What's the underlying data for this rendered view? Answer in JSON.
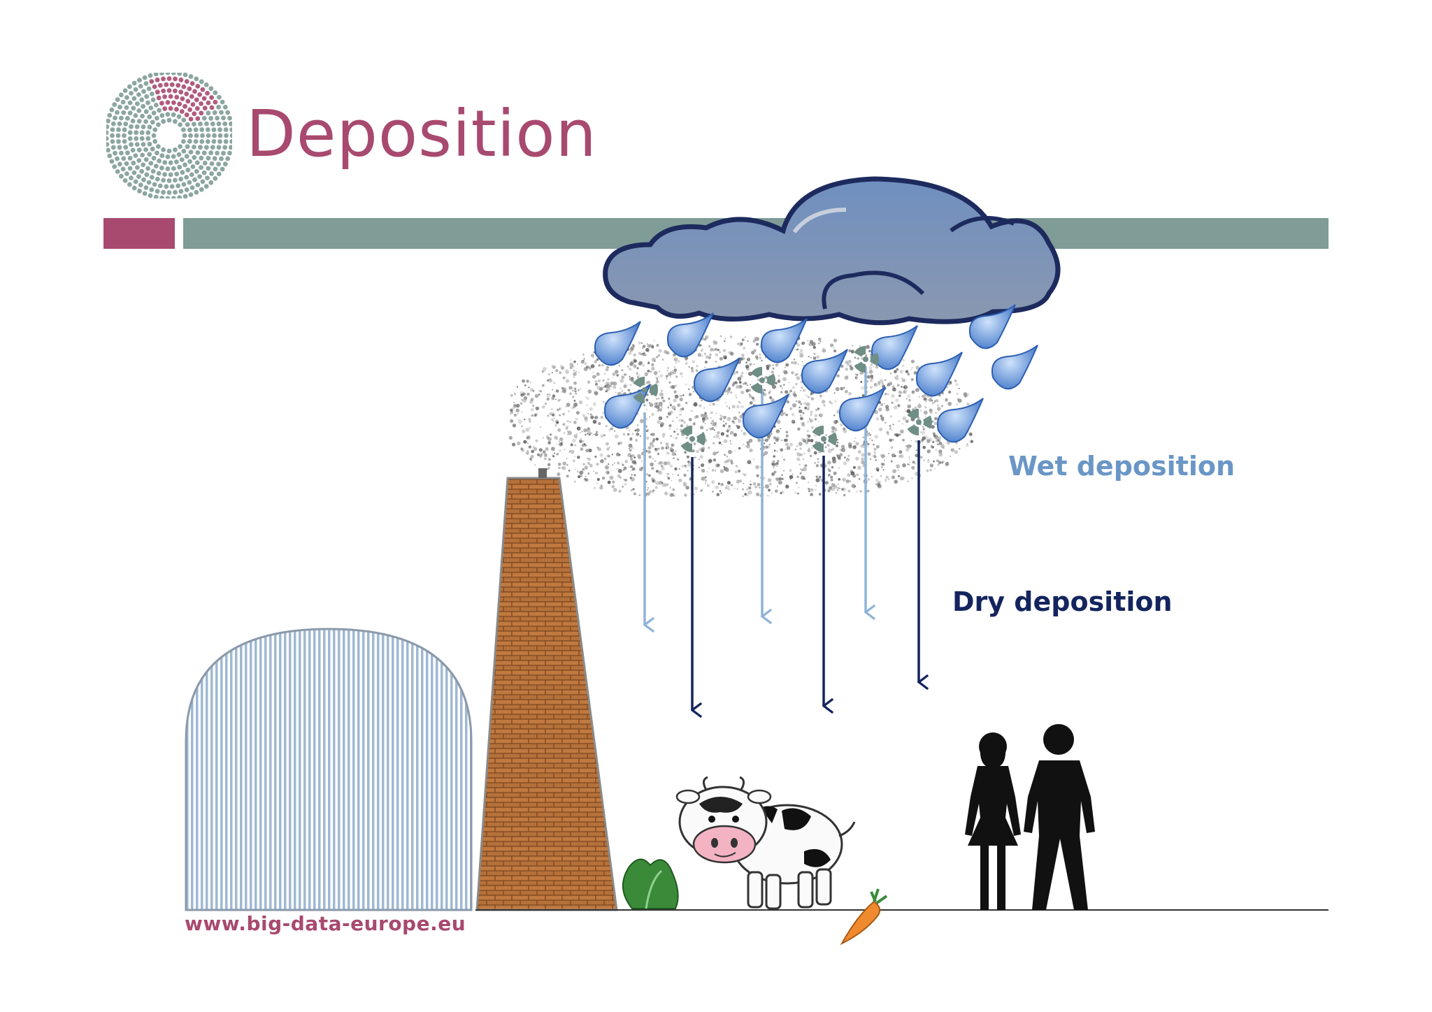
{
  "slide": {
    "title": "Deposition",
    "website": "www.big-data-europe.eu"
  },
  "labels": {
    "wet": "Wet deposition",
    "dry": "Dry deposition"
  },
  "colors": {
    "brand_pink": "#a8496f",
    "brand_teal": "#7f9c96",
    "wet_arrow": "#8fb4d8",
    "dry_arrow": "#14245e",
    "cloud": "#6f8fb5",
    "raindrop": "#4d86d3",
    "chimney_brick": "#b5713a",
    "reactor_dome": "#a8c0da",
    "radiation_symbol": "#6f8e86"
  },
  "icons": [
    "logo-icon",
    "cloud-icon",
    "raindrop-icon",
    "radiation-icon",
    "reactor-dome-icon",
    "chimney-icon",
    "cow-icon",
    "spinach-icon",
    "carrot-icon",
    "people-icon"
  ]
}
